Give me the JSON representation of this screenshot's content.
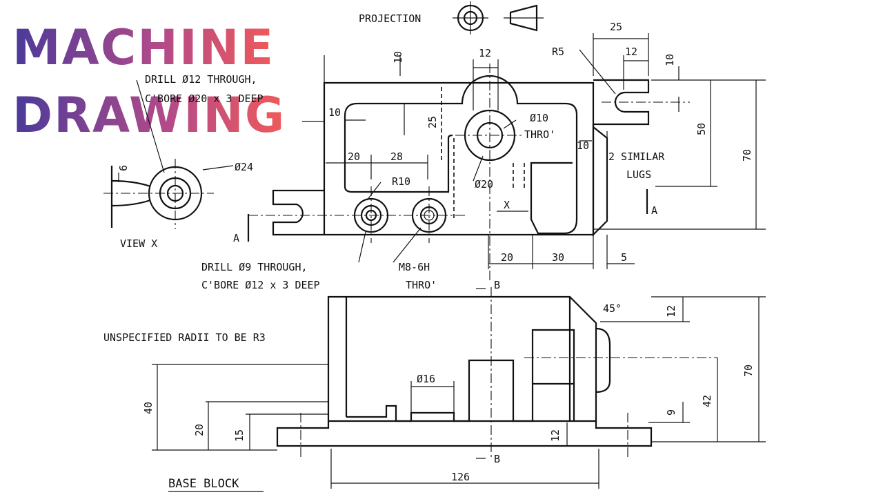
{
  "title": {
    "line1": "MACHINE",
    "line2": "DRAWING"
  },
  "colors": {
    "title_start": "#4a3a9a",
    "title_end": "#f05a5a",
    "ink": "#111111"
  },
  "labels": {
    "projection": "PROJECTION",
    "drill_12": "DRILL Ø12 THROUGH,",
    "cbore_20": "C'BORE Ø20 x 3 DEEP",
    "phi24": "Ø24",
    "view_x": "VIEW X",
    "r10": "R10",
    "phi10": "Ø10",
    "thro": "THRO'",
    "phi20": "Ø20",
    "r5": "R5",
    "similar": "2 SIMILAR",
    "lugs": "LUGS",
    "x": "X",
    "a": "A",
    "drill_9": "DRILL Ø9 THROUGH,",
    "cbore_12": "C'BORE Ø12 x 3 DEEP",
    "m8": "M8-6H",
    "thro2": "THRO'",
    "b": "B",
    "unspecified": "UNSPECIFIED RADII TO BE R3",
    "angle": "45°",
    "phi16": "Ø16",
    "base_block": "BASE BLOCK"
  },
  "dimensions": {
    "d10_top": "10",
    "d12_top": "12",
    "d25_top": "25",
    "d12_lug": "12",
    "d10_right": "10",
    "d10_left": "10",
    "d25_left": "25",
    "d20": "20",
    "d28": "28",
    "d6": "6",
    "d50": "50",
    "d70": "70",
    "d10_lug": "10",
    "d20_bottom": "20",
    "d30": "30",
    "d5": "5",
    "d12_chamfer": "12",
    "d70_front": "70",
    "d42": "42",
    "d9": "9",
    "d40": "40",
    "d20_front": "20",
    "d15": "15",
    "d12_front": "12",
    "d126": "126"
  }
}
